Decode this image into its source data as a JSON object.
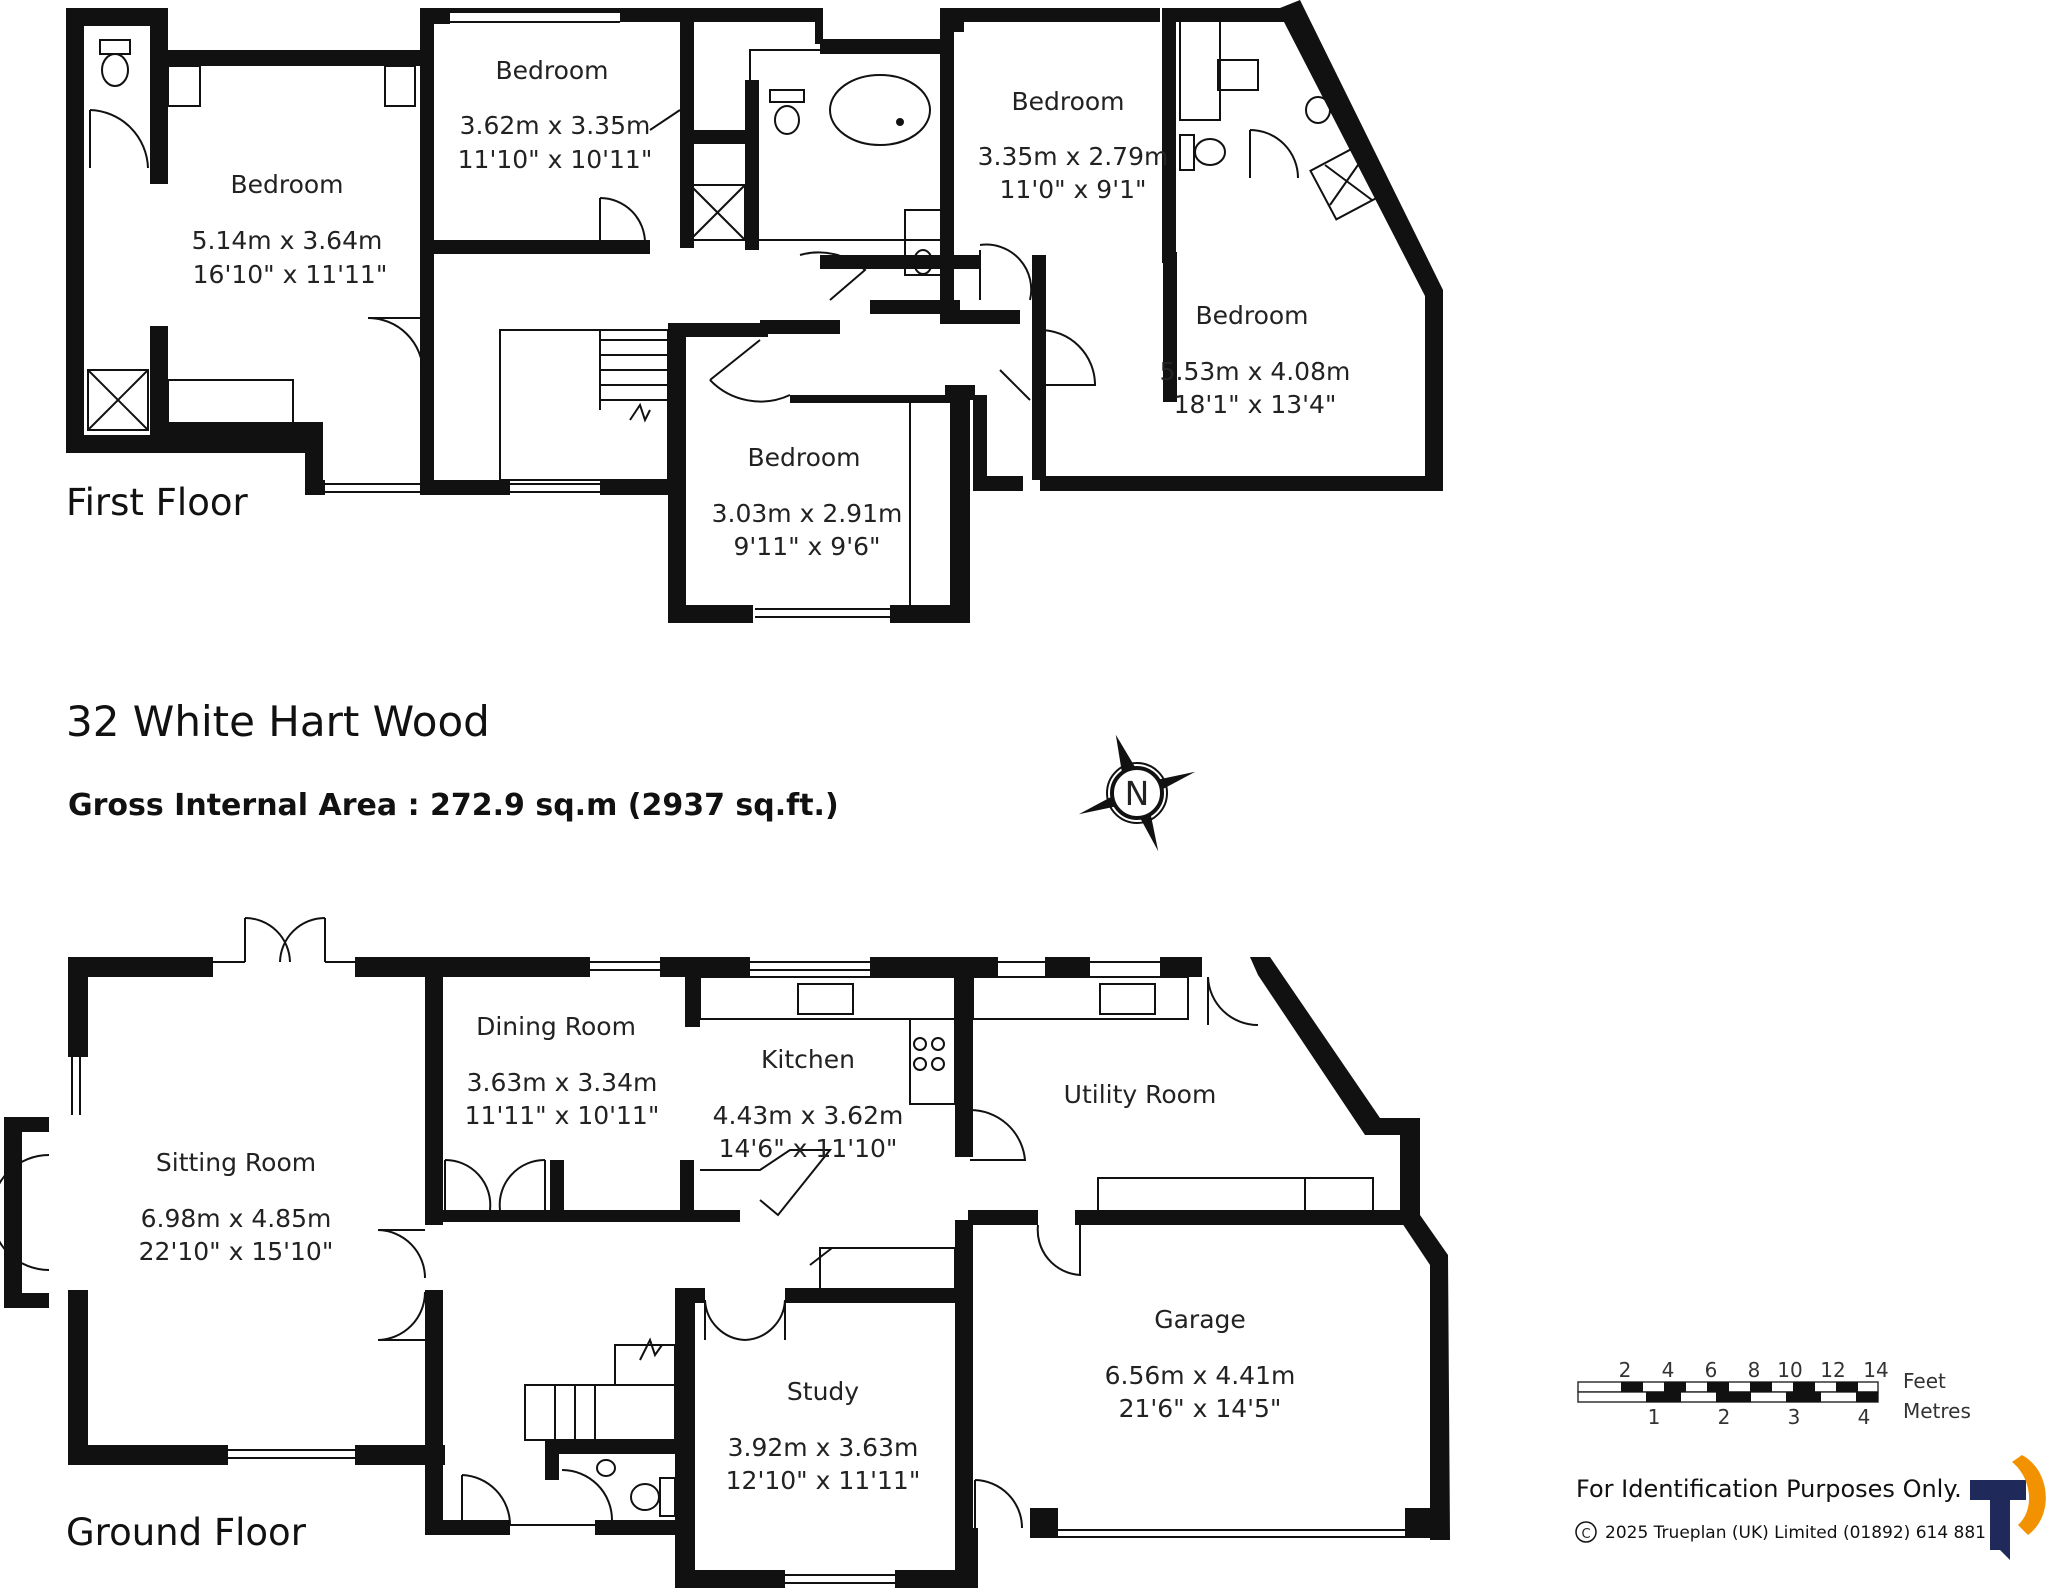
{
  "property": {
    "address": "32 White Hart Wood",
    "gross_internal_area": "Gross Internal Area  :  272.9 sq.m   (2937 sq.ft.)"
  },
  "first_floor": {
    "title": "First Floor",
    "rooms": [
      {
        "name": "Bedroom",
        "metric": "5.14m  x  3.64m",
        "imperial": "16'10\"  x  11'11\""
      },
      {
        "name": "Bedroom",
        "metric": "3.62m  x  3.35m",
        "imperial": "11'10\"  x  10'11\""
      },
      {
        "name": "Bedroom",
        "metric": "3.35m  x  2.79m",
        "imperial": "11'0\"  x  9'1\""
      },
      {
        "name": "Bedroom",
        "metric": "5.53m  x  4.08m",
        "imperial": "18'1\"  x  13'4\""
      },
      {
        "name": "Bedroom",
        "metric": "3.03m  x  2.91m",
        "imperial": "9'11\"  x  9'6\""
      }
    ]
  },
  "ground_floor": {
    "title": "Ground Floor",
    "rooms": [
      {
        "name": "Sitting Room",
        "metric": "6.98m  x  4.85m",
        "imperial": "22'10\"  x  15'10\""
      },
      {
        "name": "Dining Room",
        "metric": "3.63m  x  3.34m",
        "imperial": "11'11\"  x  10'11\""
      },
      {
        "name": "Kitchen",
        "metric": "4.43m  x  3.62m",
        "imperial": "14'6\"  x  11'10\""
      },
      {
        "name": "Utility Room"
      },
      {
        "name": "Garage",
        "metric": "6.56m  x  4.41m",
        "imperial": "21'6\"  x  14'5\""
      },
      {
        "name": "Study",
        "metric": "3.92m  x  3.63m",
        "imperial": "12'10\"  x  11'11\""
      }
    ]
  },
  "compass": {
    "label": "N"
  },
  "scale": {
    "feet_ticks": [
      "2",
      "4",
      "6",
      "8",
      "10",
      "12",
      "14"
    ],
    "metre_ticks": [
      "1",
      "2",
      "3",
      "4"
    ],
    "feet_label": "Feet",
    "metres_label": "Metres"
  },
  "footer": {
    "disclaimer": "For Identification Purposes Only.",
    "copyright": "2025 Trueplan (UK) Limited  (01892) 614 881"
  },
  "colors": {
    "wall": "#111111",
    "logo_blue": "#1f2a5a",
    "logo_orange": "#f39200"
  }
}
